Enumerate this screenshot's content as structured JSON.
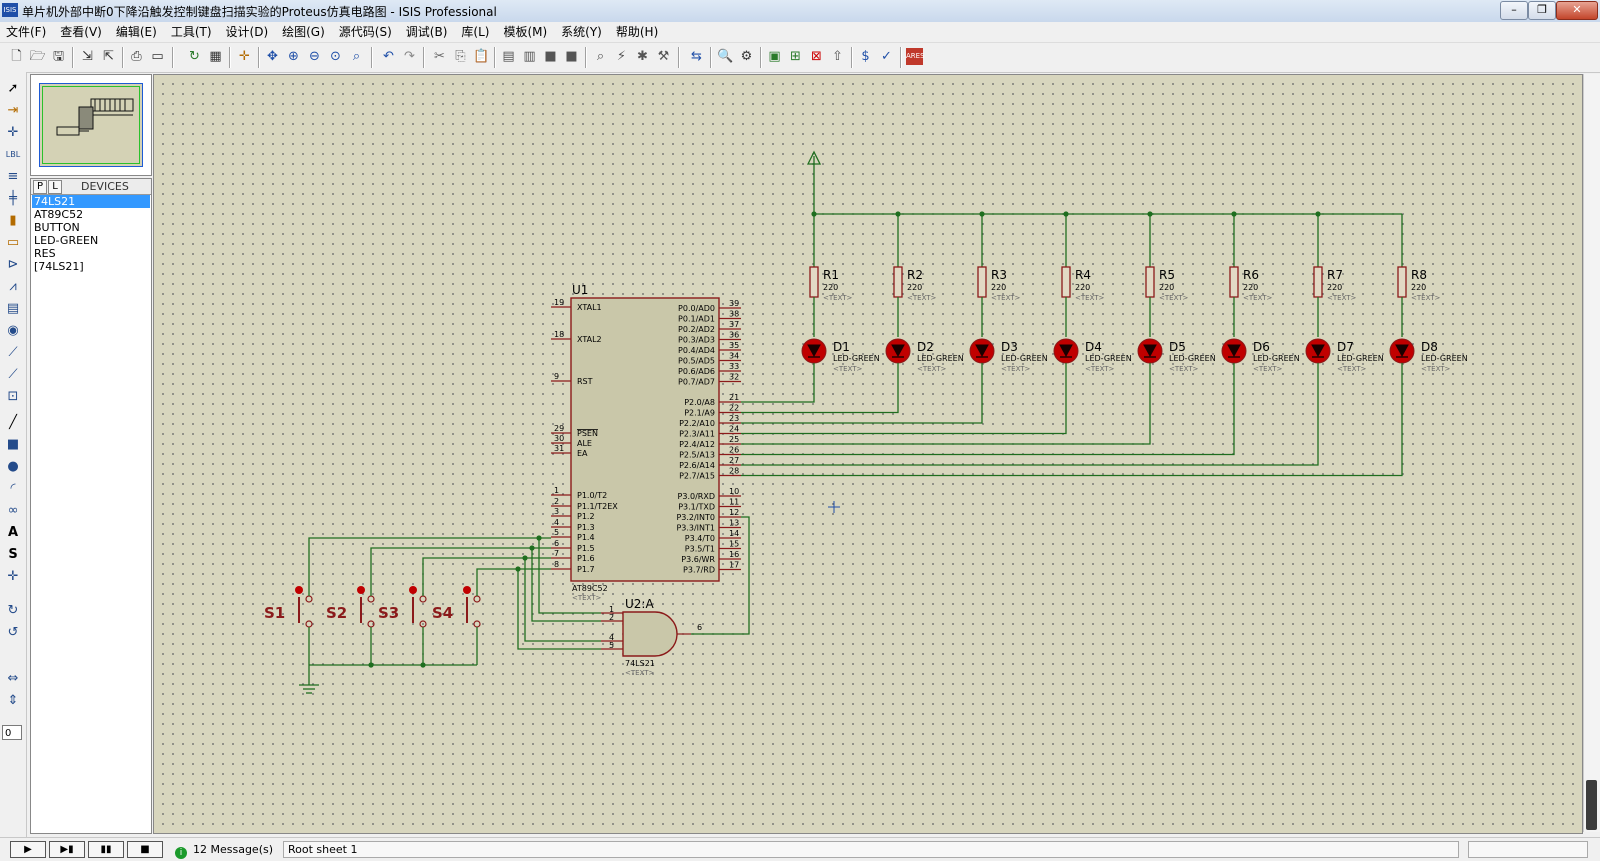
{
  "window": {
    "title": "单片机外部中断0下降沿触发控制键盘扫描实验的Proteus仿真电路图 - ISIS Professional",
    "app_icon_text": "ISIS",
    "controls": [
      "minimize",
      "restore",
      "close"
    ]
  },
  "menu": [
    "文件(F)",
    "查看(V)",
    "编辑(E)",
    "工具(T)",
    "设计(D)",
    "绘图(G)",
    "源代码(S)",
    "调试(B)",
    "库(L)",
    "模板(M)",
    "系统(Y)",
    "帮助(H)"
  ],
  "toolbar_icons": [
    "new-icon",
    "open-icon",
    "save-icon",
    "import-icon",
    "export-icon",
    "print-icon",
    "print-area-icon",
    "refresh-icon",
    "grid-icon",
    "origin-icon",
    "pan-icon",
    "zoom-in-icon",
    "zoom-out-icon",
    "zoom-all-icon",
    "zoom-area-icon",
    "undo-icon",
    "redo-icon",
    "cut-icon",
    "copy-icon",
    "paste-icon",
    "block-copy-icon",
    "block-move-icon",
    "block-rotate-icon",
    "block-delete-icon",
    "pick-device-icon",
    "make-device-icon",
    "packaging-icon",
    "decompose-icon",
    "wire-autorouter-icon",
    "search-icon",
    "property-assign-icon",
    "new-sheet-icon",
    "add-sheet-icon",
    "remove-sheet-icon",
    "exit-parent-icon",
    "bom-icon",
    "erc-icon",
    "netlist-ares-icon"
  ],
  "left_tools": [
    "select-mode-icon",
    "component-mode-icon",
    "junction-icon",
    "wire-label-icon",
    "text-script-icon",
    "bus-icon",
    "subcircuit-icon",
    "terminal-icon",
    "device-pin-icon",
    "graph-icon",
    "tape-recorder-icon",
    "generator-icon",
    "voltage-probe-icon",
    "current-probe-icon",
    "virtual-instrument-icon",
    "line-icon",
    "box-icon",
    "circle-icon",
    "arc-icon",
    "path-icon",
    "text-icon",
    "symbol-icon",
    "marker-icon",
    "rotate-cw-icon",
    "rotate-ccw-icon",
    "mirror-x-icon",
    "mirror-y-icon"
  ],
  "rotation_value": "0",
  "devices": {
    "tab_p": "P",
    "tab_l": "L",
    "title": "DEVICES",
    "items": [
      "74LS21",
      "AT89C52",
      "BUTTON",
      "LED-GREEN",
      "RES",
      "[74LS21]"
    ],
    "selected": 0
  },
  "schematic": {
    "u1": {
      "ref": "U1",
      "part": "AT89C52",
      "text": "<TEXT>",
      "left_pins": [
        {
          "num": "19",
          "name": "XTAL1"
        },
        {
          "num": "18",
          "name": "XTAL2"
        },
        {
          "num": "9",
          "name": "RST"
        },
        {
          "num": "29",
          "name": "PSEN"
        },
        {
          "num": "30",
          "name": "ALE"
        },
        {
          "num": "31",
          "name": "EA"
        },
        {
          "num": "1",
          "name": "P1.0/T2"
        },
        {
          "num": "2",
          "name": "P1.1/T2EX"
        },
        {
          "num": "3",
          "name": "P1.2"
        },
        {
          "num": "4",
          "name": "P1.3"
        },
        {
          "num": "5",
          "name": "P1.4"
        },
        {
          "num": "6",
          "name": "P1.5"
        },
        {
          "num": "7",
          "name": "P1.6"
        },
        {
          "num": "8",
          "name": "P1.7"
        }
      ],
      "right_pins": [
        {
          "num": "39",
          "name": "P0.0/AD0"
        },
        {
          "num": "38",
          "name": "P0.1/AD1"
        },
        {
          "num": "37",
          "name": "P0.2/AD2"
        },
        {
          "num": "36",
          "name": "P0.3/AD3"
        },
        {
          "num": "35",
          "name": "P0.4/AD4"
        },
        {
          "num": "34",
          "name": "P0.5/AD5"
        },
        {
          "num": "33",
          "name": "P0.6/AD6"
        },
        {
          "num": "32",
          "name": "P0.7/AD7"
        },
        {
          "num": "21",
          "name": "P2.0/A8"
        },
        {
          "num": "22",
          "name": "P2.1/A9"
        },
        {
          "num": "23",
          "name": "P2.2/A10"
        },
        {
          "num": "24",
          "name": "P2.3/A11"
        },
        {
          "num": "25",
          "name": "P2.4/A12"
        },
        {
          "num": "26",
          "name": "P2.5/A13"
        },
        {
          "num": "27",
          "name": "P2.6/A14"
        },
        {
          "num": "28",
          "name": "P2.7/A15"
        },
        {
          "num": "10",
          "name": "P3.0/RXD"
        },
        {
          "num": "11",
          "name": "P3.1/TXD"
        },
        {
          "num": "12",
          "name": "P3.2/INT0"
        },
        {
          "num": "13",
          "name": "P3.3/INT1"
        },
        {
          "num": "14",
          "name": "P3.4/T0"
        },
        {
          "num": "15",
          "name": "P3.5/T1"
        },
        {
          "num": "16",
          "name": "P3.6/WR"
        },
        {
          "num": "17",
          "name": "P3.7/RD"
        }
      ]
    },
    "u2": {
      "ref": "U2:A",
      "part": "74LS21",
      "text": "<TEXT>",
      "pins": [
        "1",
        "2",
        "4",
        "5"
      ],
      "out_pin": "6"
    },
    "resistors": [
      {
        "ref": "R1",
        "value": "220",
        "text": "<TEXT>"
      },
      {
        "ref": "R2",
        "value": "220",
        "text": "<TEXT>"
      },
      {
        "ref": "R3",
        "value": "220",
        "text": "<TEXT>"
      },
      {
        "ref": "R4",
        "value": "220",
        "text": "<TEXT>"
      },
      {
        "ref": "R5",
        "value": "220",
        "text": "<TEXT>"
      },
      {
        "ref": "R6",
        "value": "220",
        "text": "<TEXT>"
      },
      {
        "ref": "R7",
        "value": "220",
        "text": "<TEXT>"
      },
      {
        "ref": "R8",
        "value": "220",
        "text": "<TEXT>"
      }
    ],
    "leds": [
      {
        "ref": "D1",
        "part": "LED-GREEN",
        "text": "<TEXT>"
      },
      {
        "ref": "D2",
        "part": "LED-GREEN",
        "text": "<TEXT>"
      },
      {
        "ref": "D3",
        "part": "LED-GREEN",
        "text": "<TEXT>"
      },
      {
        "ref": "D4",
        "part": "LED-GREEN",
        "text": "<TEXT>"
      },
      {
        "ref": "D5",
        "part": "LED-GREEN",
        "text": "<TEXT>"
      },
      {
        "ref": "D6",
        "part": "LED-GREEN",
        "text": "<TEXT>"
      },
      {
        "ref": "D7",
        "part": "LED-GREEN",
        "text": "<TEXT>"
      },
      {
        "ref": "D8",
        "part": "LED-GREEN",
        "text": "<TEXT>"
      }
    ],
    "switches": [
      "S1",
      "S2",
      "S3",
      "S4"
    ],
    "colors": {
      "wire": "#1f6e1f",
      "component": "#8b1a1a",
      "body": "#c9c7a9",
      "led": "#c00000",
      "canvas": "#d8d6be"
    }
  },
  "status": {
    "messages": "12 Message(s)",
    "sheet": "Root sheet 1"
  }
}
